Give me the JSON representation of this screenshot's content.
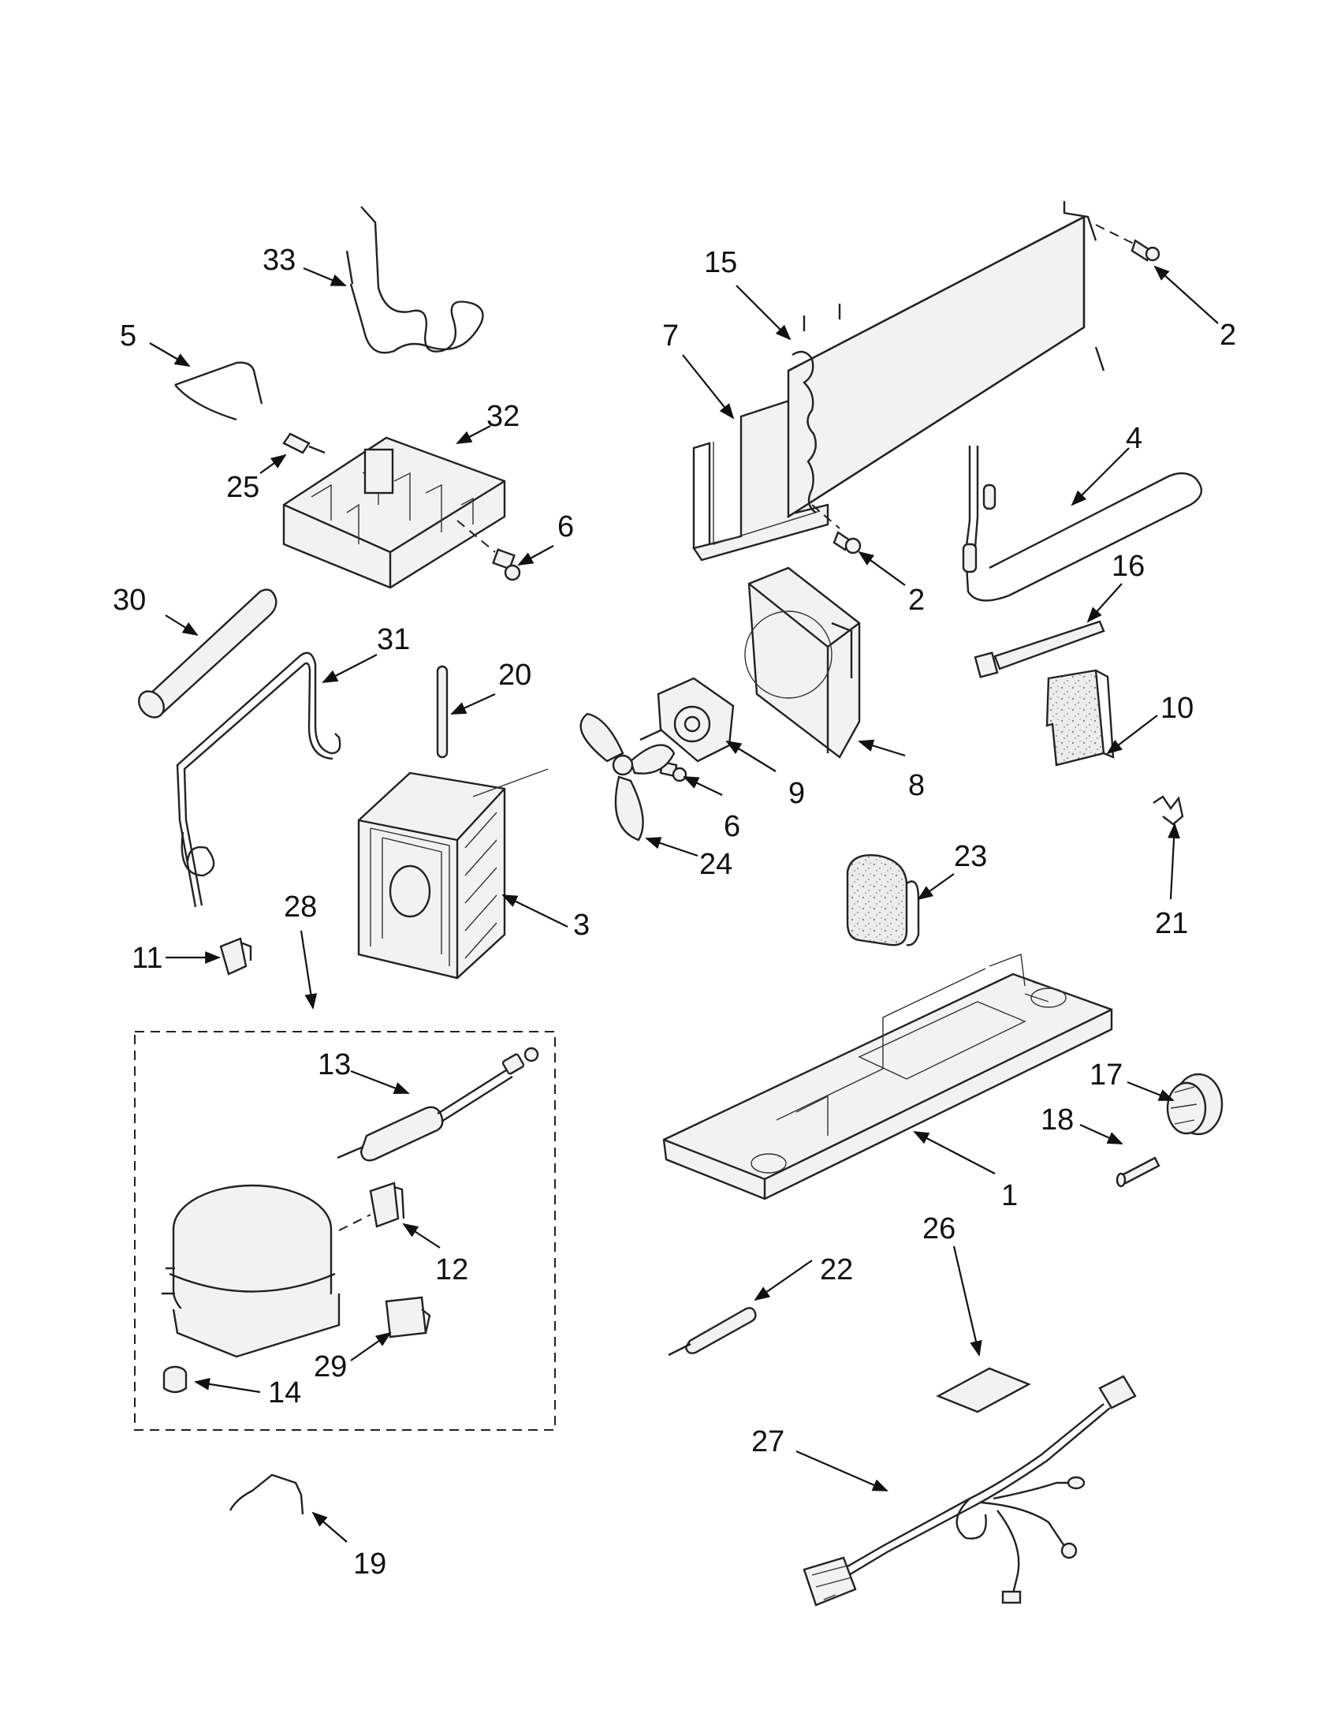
{
  "parts": [
    {
      "ref": "1",
      "label": "1"
    },
    {
      "ref": "2a",
      "label": "2"
    },
    {
      "ref": "2b",
      "label": "2"
    },
    {
      "ref": "3",
      "label": "3"
    },
    {
      "ref": "4",
      "label": "4"
    },
    {
      "ref": "5",
      "label": "5"
    },
    {
      "ref": "6a",
      "label": "6"
    },
    {
      "ref": "6b",
      "label": "6"
    },
    {
      "ref": "7",
      "label": "7"
    },
    {
      "ref": "8",
      "label": "8"
    },
    {
      "ref": "9",
      "label": "9"
    },
    {
      "ref": "10",
      "label": "10"
    },
    {
      "ref": "11",
      "label": "11"
    },
    {
      "ref": "12",
      "label": "12"
    },
    {
      "ref": "13",
      "label": "13"
    },
    {
      "ref": "14",
      "label": "14"
    },
    {
      "ref": "15",
      "label": "15"
    },
    {
      "ref": "16",
      "label": "16"
    },
    {
      "ref": "17",
      "label": "17"
    },
    {
      "ref": "18",
      "label": "18"
    },
    {
      "ref": "19",
      "label": "19"
    },
    {
      "ref": "20",
      "label": "20"
    },
    {
      "ref": "21",
      "label": "21"
    },
    {
      "ref": "22",
      "label": "22"
    },
    {
      "ref": "23",
      "label": "23"
    },
    {
      "ref": "24",
      "label": "24"
    },
    {
      "ref": "25",
      "label": "25"
    },
    {
      "ref": "26",
      "label": "26"
    },
    {
      "ref": "27",
      "label": "27"
    },
    {
      "ref": "28",
      "label": "28"
    },
    {
      "ref": "29",
      "label": "29"
    },
    {
      "ref": "30",
      "label": "30"
    },
    {
      "ref": "31",
      "label": "31"
    },
    {
      "ref": "32",
      "label": "32"
    },
    {
      "ref": "33",
      "label": "33"
    }
  ]
}
